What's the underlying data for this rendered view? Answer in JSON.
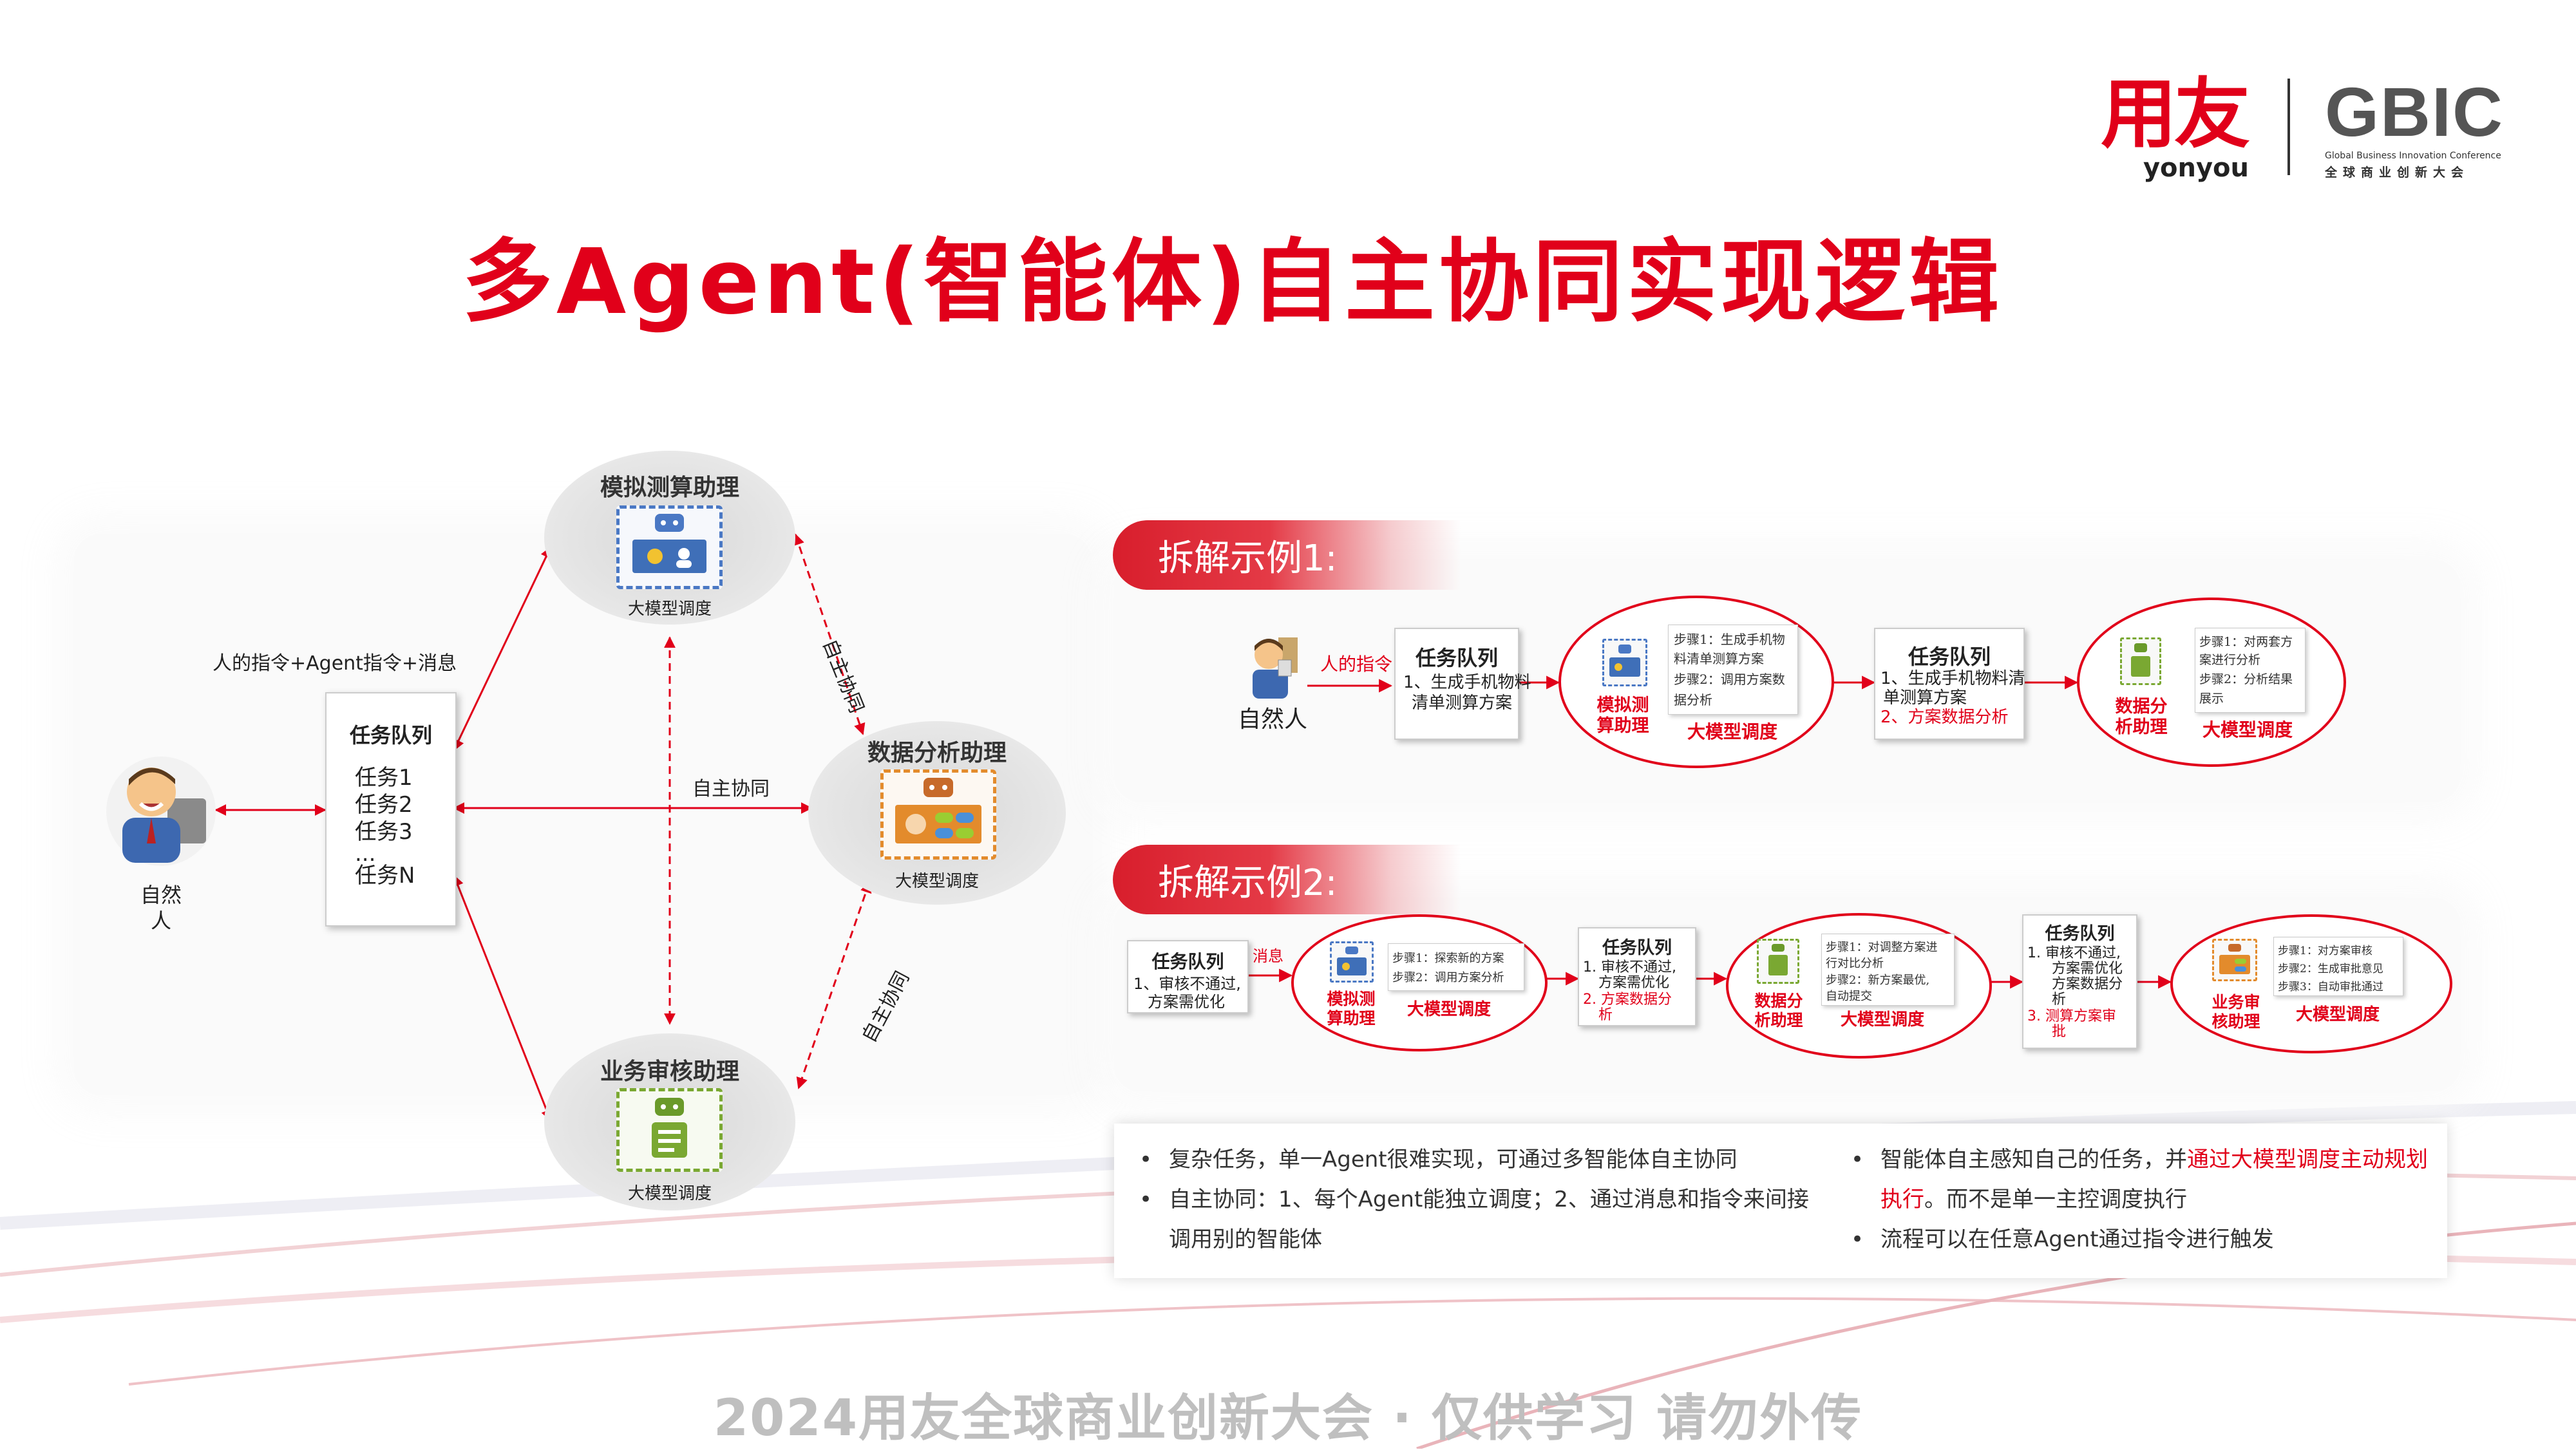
{
  "header": {
    "logo_yonyou": "用友",
    "logo_yonyou_sub": "yonyou",
    "logo_gbic": "GBIC",
    "logo_gbic_en": "Global Business Innovation Conference",
    "logo_gbic_cn": "全球商业创新大会",
    "title": "多Agent(智能体)自主协同实现逻辑"
  },
  "left_diagram": {
    "instruction_label": "人的指令+Agent指令+消息",
    "person_label": "自然\n人",
    "task_queue": {
      "title": "任务队列",
      "items": [
        "任务1",
        "任务2",
        "任务3",
        "...",
        "任务N"
      ]
    },
    "agents": {
      "simulation": {
        "name": "模拟测算助理",
        "sub": "大模型调度"
      },
      "analysis": {
        "name": "数据分析助理",
        "sub": "大模型调度"
      },
      "review": {
        "name": "业务审核助理",
        "sub": "大模型调度"
      }
    },
    "collab_labels": {
      "top_right": "自主协同",
      "center": "自主协同",
      "bottom_right": "自主协同"
    }
  },
  "example1": {
    "banner": "拆解示例1:",
    "person_label": "自然人",
    "instruction_label": "人的指令",
    "queue1": {
      "title": "任务队列",
      "lines": [
        "1、生成手机物料",
        "清单测算方案"
      ]
    },
    "agent1": {
      "name": "模拟测\n算助理",
      "dispatch": "大模型调度",
      "steps": [
        "步骤1：生成手机物",
        "料清单测算方案",
        "步骤2：调用方案数",
        "据分析"
      ]
    },
    "queue2": {
      "title": "任务队列",
      "lines": [
        "1、生成手机物料清",
        "单测算方案"
      ],
      "red_line": "2、方案数据分析"
    },
    "agent2": {
      "name": "数据分\n析助理",
      "dispatch": "大模型调度",
      "steps": [
        "步骤1：对两套方",
        "案进行分析",
        "步骤2：分析结果",
        "展示"
      ]
    }
  },
  "example2": {
    "banner": "拆解示例2:",
    "message_label": "消息",
    "queue1": {
      "title": "任务队列",
      "lines": [
        "1、审核不通过,",
        "方案需优化"
      ]
    },
    "agent1": {
      "name": "模拟测\n算助理",
      "dispatch": "大模型调度",
      "steps": [
        "步骤1：探索新的方案",
        "步骤2：调用方案分析"
      ]
    },
    "queue2": {
      "title": "任务队列",
      "lines": [
        "1.  审核不通过,",
        "方案需优化"
      ],
      "red_lines": [
        "2.  方案数据分",
        "析"
      ]
    },
    "agent2": {
      "name": "数据分\n析助理",
      "dispatch": "大模型调度",
      "steps": [
        "步骤1：对调整方案进",
        "行对比分析",
        "步骤2：新方案最优,",
        "自动提交"
      ]
    },
    "queue3": {
      "title": "任务队列",
      "lines": [
        "1.  审核不通过,",
        "方案需优化",
        "方案数据分",
        "析"
      ],
      "red_lines": [
        "3.  测算方案审",
        "批"
      ]
    },
    "agent3": {
      "name": "业务审\n核助理",
      "dispatch": "大模型调度",
      "steps": [
        "步骤1：对方案审核",
        "步骤2：生成审批意见",
        "步骤3：自动审批通过"
      ]
    }
  },
  "bullets": {
    "left": [
      {
        "text": "复杂任务，单一Agent很难实现，可通过多智能体自主协同",
        "highlight": false
      },
      {
        "text_lines": [
          "自主协同：1、每个Agent能独立调度；2、通过消息和指令来间接",
          "调用别的智能体"
        ],
        "highlight": true
      }
    ],
    "right": [
      {
        "text_plain": "智能体自主感知自己的任务，并",
        "text_red": "通过大模型调度主动规划",
        "text_red2": "执行",
        "text_tail": "。而不是单一主控调度执行"
      },
      {
        "text": "流程可以在任意Agent通过指令进行触发"
      }
    ]
  },
  "footer": "2024用友全球商业创新大会 · 仅供学习 请勿外传",
  "colors": {
    "accent": "#e1001a",
    "icon_blue": "#4a78c4",
    "icon_orange": "#e38b2c",
    "icon_green": "#7aa832"
  }
}
